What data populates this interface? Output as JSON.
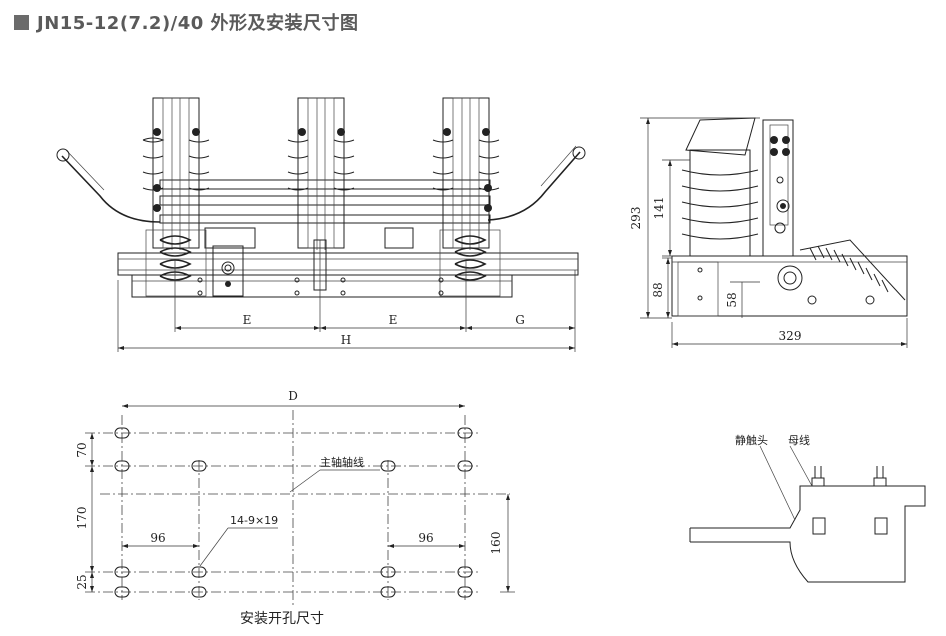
{
  "title": "JN15-12(7.2)/40 外形及安装尺寸图",
  "front_view": {
    "dims": {
      "e1": "E",
      "e2": "E",
      "g": "G",
      "h": "H"
    }
  },
  "side_view": {
    "dims": {
      "d293": "293",
      "d141": "141",
      "d88": "88",
      "d58": "58",
      "d329": "329"
    }
  },
  "mounting_holes": {
    "dims": {
      "d": "D",
      "d70": "70",
      "d170": "170",
      "d25": "25",
      "d96_left": "96",
      "d96_right": "96",
      "d160": "160"
    },
    "labels": {
      "axis": "主轴轴线",
      "holes": "14-9×19"
    },
    "caption": "安装开孔尺寸"
  },
  "contact_detail": {
    "labels": {
      "static_contact": "静触头",
      "busbar": "母线"
    }
  }
}
